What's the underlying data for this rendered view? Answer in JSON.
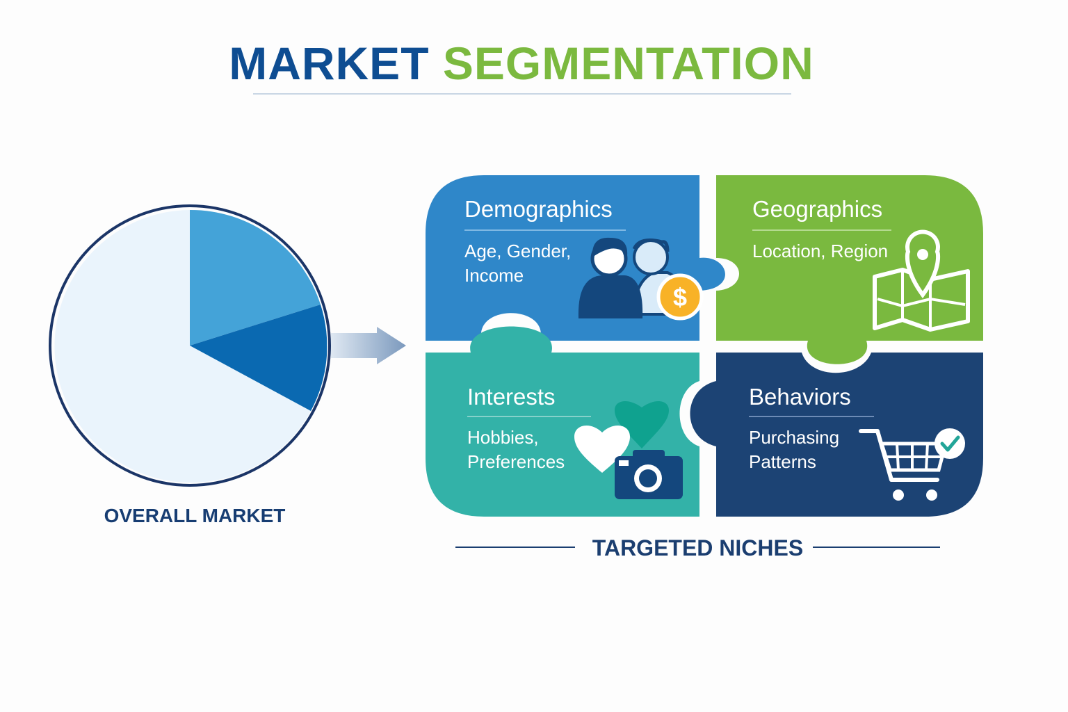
{
  "title": {
    "part1": "MARKET",
    "part2": "SEGMENTATION"
  },
  "overall_market": {
    "label": "OVERALL MARKET"
  },
  "targeted_niches": {
    "label": "TARGETED NICHES"
  },
  "segments": [
    {
      "title": "Demographics",
      "lines": [
        "Age, Gender,",
        "Income"
      ],
      "icon": "people-dollar-icon",
      "color": "#2f87c9"
    },
    {
      "title": "Geographics",
      "lines": [
        "Location, Region"
      ],
      "icon": "map-pin-icon",
      "color": "#7ab93f"
    },
    {
      "title": "Interests",
      "lines": [
        "Hobbies,",
        "Preferences"
      ],
      "icon": "heart-camera-icon",
      "color": "#33b2a8"
    },
    {
      "title": "Behaviors",
      "lines": [
        "Purchasing",
        "Patterns"
      ],
      "icon": "shopping-cart-icon",
      "color": "#1c4374"
    }
  ],
  "colors": {
    "title_blue": "#0e4d92",
    "title_green": "#7bb93f",
    "pie_light": "#eaf4fc",
    "pie_mid": "#44a3d8",
    "pie_dark": "#0a69b1",
    "pie_outline": "#1b3567"
  }
}
